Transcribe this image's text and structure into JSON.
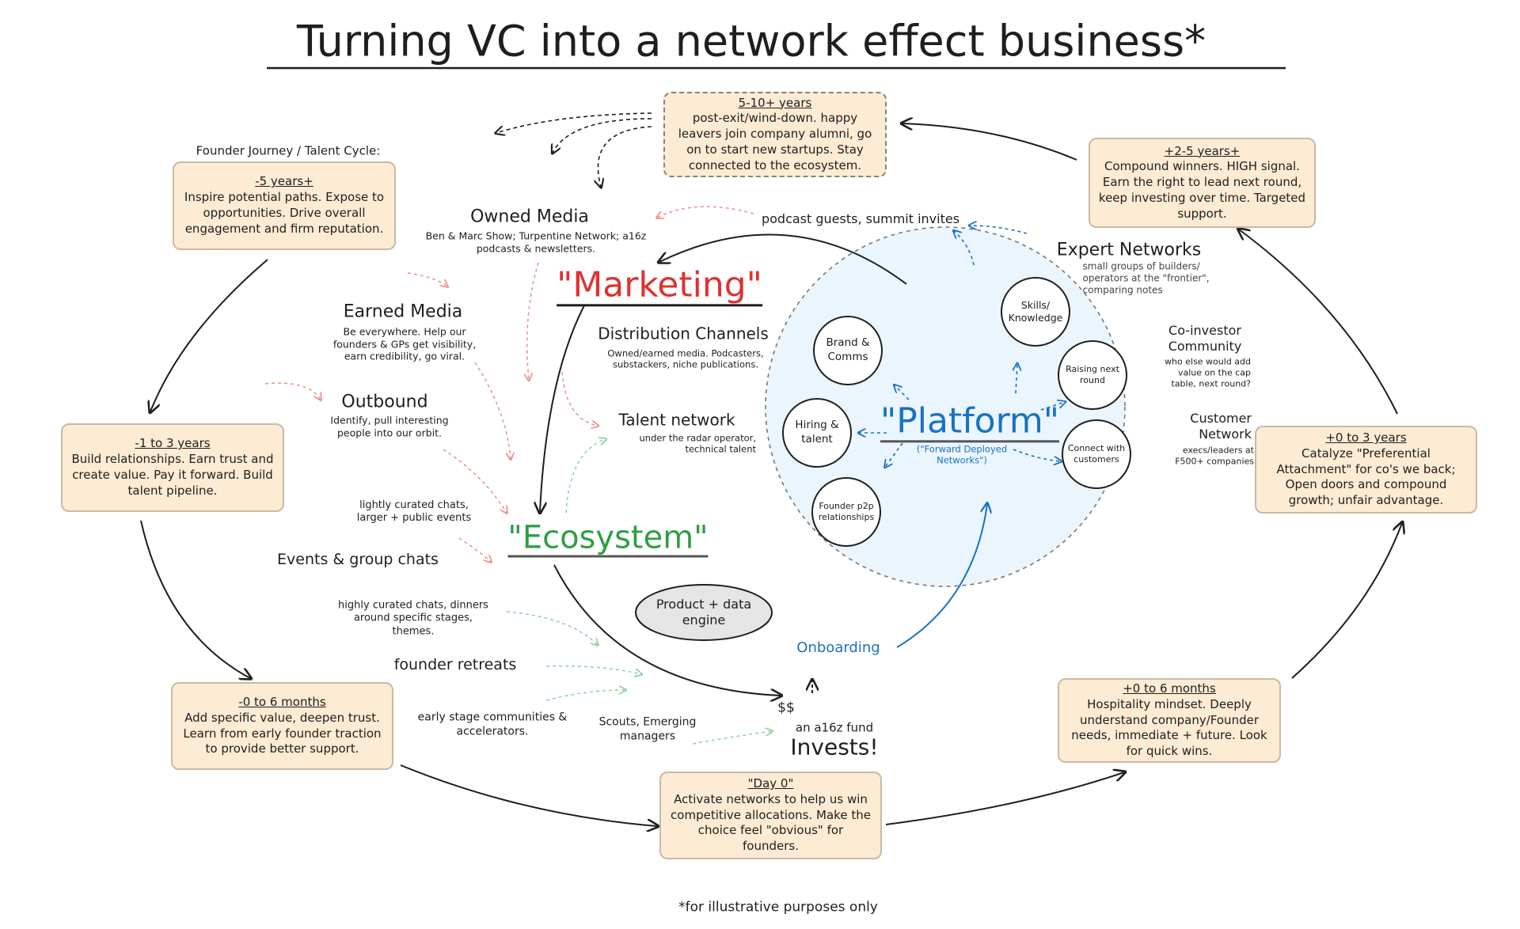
{
  "title": "Turning VC into a network effect business*",
  "footnote": "*for illustrative purposes only",
  "cycle_label": "Founder Journey / Talent Cycle:",
  "timeline": {
    "post_exit": {
      "period": "5-10+ years",
      "text": "post-exit/wind-down. happy leavers join company alumni, go on to start new startups. Stay connected to the ecosystem."
    },
    "minus5": {
      "period": "-5 years+",
      "text": "Inspire potential paths. Expose to opportunities. Drive overall engagement and firm reputation."
    },
    "minus1to3": {
      "period": "-1 to 3 years",
      "text": "Build relationships. Earn trust and create value. Pay it forward. Build talent pipeline."
    },
    "minus0to6": {
      "period": "-0 to 6 months",
      "text": "Add specific value, deepen trust. Learn from early founder traction to provide better support."
    },
    "day0": {
      "period": "\"Day 0\"",
      "text": "Activate networks to help us win competitive allocations. Make the choice feel \"obvious\" for founders."
    },
    "plus0to6": {
      "period": "+0 to 6 months",
      "text": "Hospitality mindset. Deeply understand company/Founder needs, immediate + future. Look for quick wins."
    },
    "plus0to3": {
      "period": "+0 to 3 years",
      "text": "Catalyze \"Preferential Attachment\" for co's we back; Open doors and compound growth; unfair advantage."
    },
    "plus2to5": {
      "period": "+2-5 years+",
      "text": "Compound winners. HIGH signal. Earn the right to lead next round, keep investing over time. Targeted support."
    }
  },
  "marketing": {
    "title": "\"Marketing\"",
    "owned_media": {
      "title": "Owned Media",
      "desc": "Ben & Marc Show; Turpentine Network; a16z podcasts & newsletters."
    },
    "earned_media": {
      "title": "Earned Media",
      "desc": "Be everywhere. Help our founders & GPs get visibility, earn credibility, go viral."
    },
    "outbound": {
      "title": "Outbound",
      "desc": "Identify, pull interesting people into our orbit."
    },
    "distribution": {
      "title": "Distribution Channels",
      "desc": "Owned/earned media. Podcasters, substackers, niche publications."
    },
    "talent": {
      "title": "Talent network",
      "desc": "under the radar operator, technical talent"
    },
    "podcast": "podcast guests, summit invites"
  },
  "platform": {
    "title": "\"Platform\"",
    "subtitle": "(\"Forward Deployed Networks\")",
    "nodes": {
      "brand": "Brand & Comms",
      "hiring": "Hiring & talent",
      "founder": "Founder p2p relationships",
      "skills": "Skills/ Knowledge",
      "raising": "Raising next round",
      "connect": "Connect with customers"
    },
    "expert": {
      "title": "Expert Networks",
      "desc": "small groups of builders/ operators at the \"frontier\", comparing notes"
    },
    "coinvestor": {
      "title": "Co-investor Community",
      "desc": "who else would add value on the cap table, next round?"
    },
    "customer": {
      "title": "Customer Network",
      "desc": "execs/leaders at F500+ companies"
    }
  },
  "ecosystem": {
    "title": "\"Ecosystem\"",
    "lightly": "lightly curated chats, larger + public events",
    "events": "Events & group chats",
    "highly": "highly curated chats, dinners around specific stages, themes.",
    "retreats": "founder retreats",
    "early": "early stage communities & accelerators.",
    "scouts": "Scouts, Emerging managers"
  },
  "engine": "Product + data engine",
  "onboarding": "Onboarding",
  "invest": {
    "money": "$$",
    "fund": "an a16z fund",
    "title": "Invests!"
  },
  "colors": {
    "marketing": "#e03131",
    "platform": "#1971c2",
    "ecosystem": "#2f9e44",
    "box": "#fdebd3",
    "platform_bg": "#ebf5fe"
  }
}
